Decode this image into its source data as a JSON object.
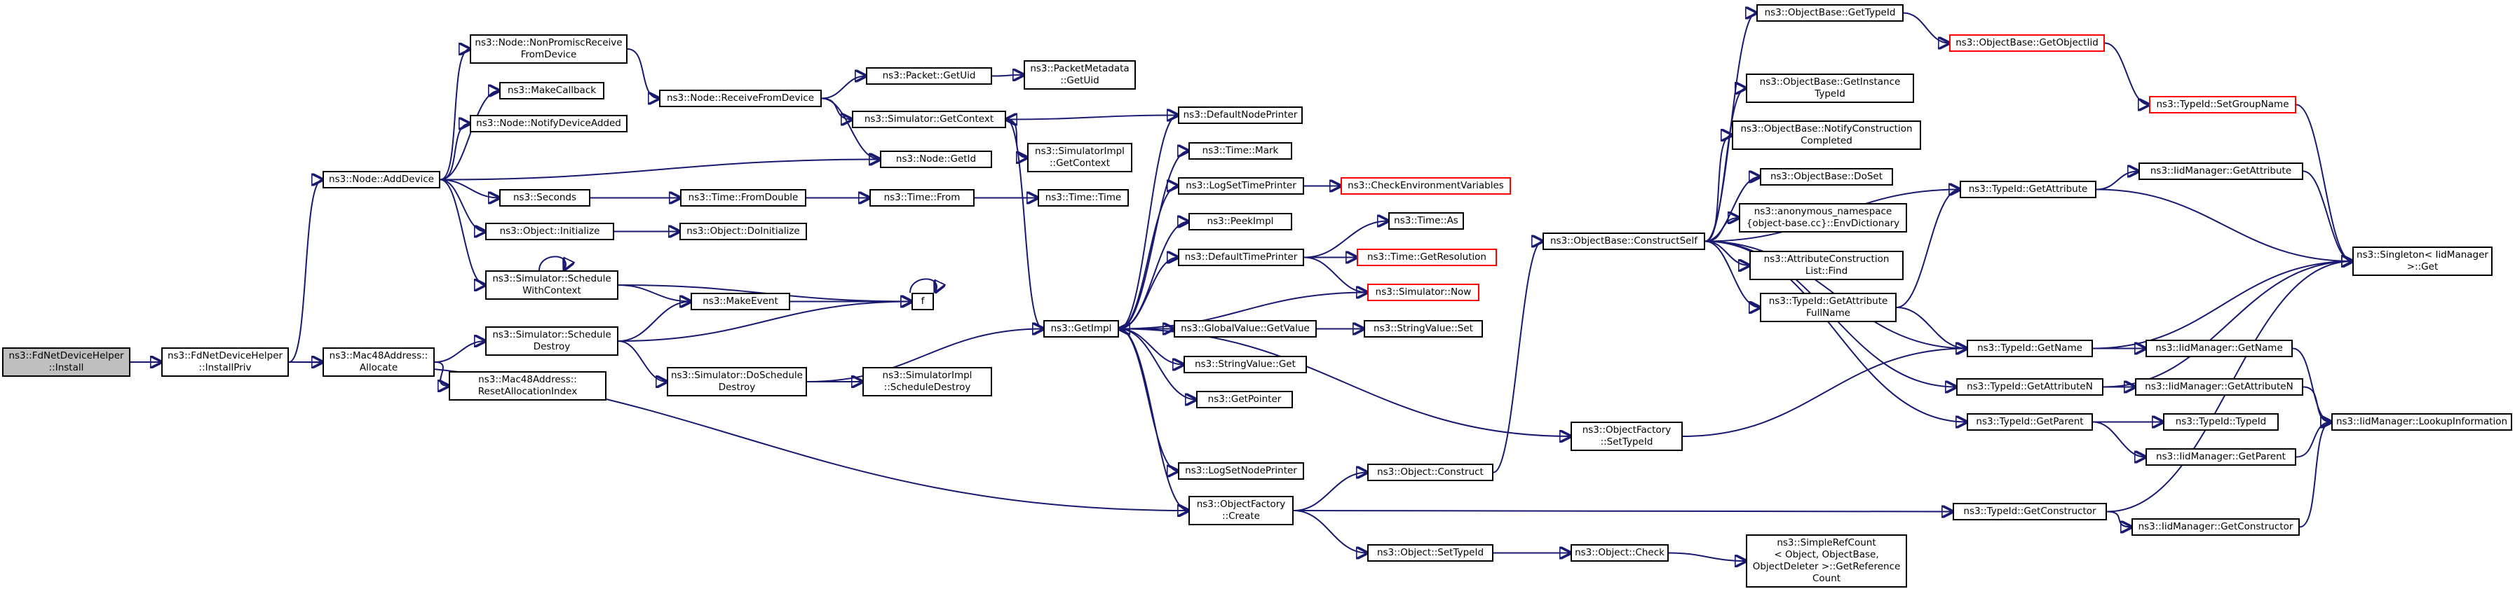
{
  "colors": {
    "edge": "#191970",
    "border": "#000000",
    "truncated_border": "#ff0000",
    "root_fill": "#bfbfbf",
    "background": "#ffffff"
  },
  "nodes": [
    {
      "id": "fdnet-install",
      "lines": [
        "ns3::FdNetDeviceHelper",
        "::Install"
      ],
      "style": "root"
    },
    {
      "id": "fdnet-installpriv",
      "lines": [
        "ns3::FdNetDeviceHelper",
        "::InstallPriv"
      ]
    },
    {
      "id": "mac48-allocate",
      "lines": [
        "ns3::Mac48Address::",
        "Allocate"
      ]
    },
    {
      "id": "mac48-reset",
      "lines": [
        "ns3::Mac48Address::",
        "ResetAllocationIndex"
      ]
    },
    {
      "id": "node-adddevice",
      "lines": [
        "ns3::Node::AddDevice"
      ]
    },
    {
      "id": "node-nonpromisc",
      "lines": [
        "ns3::Node::NonPromiscReceive",
        "FromDevice"
      ]
    },
    {
      "id": "makecallback",
      "lines": [
        "ns3::MakeCallback"
      ]
    },
    {
      "id": "node-notify",
      "lines": [
        "ns3::Node::NotifyDeviceAdded"
      ]
    },
    {
      "id": "seconds",
      "lines": [
        "ns3::Seconds"
      ]
    },
    {
      "id": "object-initialize",
      "lines": [
        "ns3::Object::Initialize"
      ]
    },
    {
      "id": "sim-schedulectx",
      "lines": [
        "ns3::Simulator::Schedule",
        "WithContext"
      ]
    },
    {
      "id": "sim-scheduledestroy",
      "lines": [
        "ns3::Simulator::Schedule",
        "Destroy"
      ]
    },
    {
      "id": "node-receivefromdevice",
      "lines": [
        "ns3::Node::ReceiveFromDevice"
      ]
    },
    {
      "id": "packet-getuid",
      "lines": [
        "ns3::Packet::GetUid"
      ]
    },
    {
      "id": "packetmeta-getuid",
      "lines": [
        "ns3::PacketMetadata",
        "::GetUid"
      ]
    },
    {
      "id": "sim-getcontext",
      "lines": [
        "ns3::Simulator::GetContext"
      ]
    },
    {
      "id": "node-getid",
      "lines": [
        "ns3::Node::GetId"
      ]
    },
    {
      "id": "time-fromdouble",
      "lines": [
        "ns3::Time::FromDouble"
      ]
    },
    {
      "id": "time-from",
      "lines": [
        "ns3::Time::From"
      ]
    },
    {
      "id": "object-doinitialize",
      "lines": [
        "ns3::Object::DoInitialize"
      ]
    },
    {
      "id": "makeevent",
      "lines": [
        "ns3::MakeEvent"
      ]
    },
    {
      "id": "f",
      "lines": [
        "f"
      ]
    },
    {
      "id": "sim-doscheduledestroy",
      "lines": [
        "ns3::Simulator::DoSchedule",
        "Destroy"
      ]
    },
    {
      "id": "simimpl-scheduledestroy",
      "lines": [
        "ns3::SimulatorImpl",
        "::ScheduleDestroy"
      ]
    },
    {
      "id": "simimpl-getcontext",
      "lines": [
        "ns3::SimulatorImpl",
        "::GetContext"
      ]
    },
    {
      "id": "defaultnodeprinter",
      "lines": [
        "ns3::DefaultNodePrinter"
      ]
    },
    {
      "id": "time-mark",
      "lines": [
        "ns3::Time::Mark"
      ]
    },
    {
      "id": "logsettimeprinter",
      "lines": [
        "ns3::LogSetTimePrinter"
      ]
    },
    {
      "id": "checkenv",
      "lines": [
        "ns3::CheckEnvironmentVariables"
      ],
      "style": "red"
    },
    {
      "id": "time-time",
      "lines": [
        "ns3::Time::Time"
      ]
    },
    {
      "id": "peekimpl",
      "lines": [
        "ns3::PeekImpl"
      ]
    },
    {
      "id": "time-as",
      "lines": [
        "ns3::Time::As"
      ]
    },
    {
      "id": "defaulttimeprinter",
      "lines": [
        "ns3::DefaultTimePrinter"
      ]
    },
    {
      "id": "time-getresolution",
      "lines": [
        "ns3::Time::GetResolution"
      ],
      "style": "red"
    },
    {
      "id": "sim-now",
      "lines": [
        "ns3::Simulator::Now"
      ],
      "style": "red"
    },
    {
      "id": "getimpl",
      "lines": [
        "ns3::GetImpl"
      ]
    },
    {
      "id": "globalvalue-getvalue",
      "lines": [
        "ns3::GlobalValue::GetValue"
      ]
    },
    {
      "id": "stringvalue-set",
      "lines": [
        "ns3::StringValue::Set"
      ]
    },
    {
      "id": "stringvalue-get",
      "lines": [
        "ns3::StringValue::Get"
      ]
    },
    {
      "id": "getpointer",
      "lines": [
        "ns3::GetPointer"
      ]
    },
    {
      "id": "logsetnodeprinter",
      "lines": [
        "ns3::LogSetNodePrinter"
      ]
    },
    {
      "id": "objectfactory-create",
      "lines": [
        "ns3::ObjectFactory",
        "::Create"
      ]
    },
    {
      "id": "objectfactory-settypeid",
      "lines": [
        "ns3::ObjectFactory",
        "::SetTypeId"
      ]
    },
    {
      "id": "object-construct",
      "lines": [
        "ns3::Object::Construct"
      ]
    },
    {
      "id": "object-settypeid",
      "lines": [
        "ns3::Object::SetTypeId"
      ]
    },
    {
      "id": "object-check",
      "lines": [
        "ns3::Object::Check"
      ]
    },
    {
      "id": "simplerefcount",
      "lines": [
        "ns3::SimpleRefCount",
        "< Object, ObjectBase,",
        " ObjectDeleter >::GetReference",
        "Count"
      ]
    },
    {
      "id": "objectbase-constructself",
      "lines": [
        "ns3::ObjectBase::ConstructSelf"
      ]
    },
    {
      "id": "objectbase-gettypeid",
      "lines": [
        "ns3::ObjectBase::GetTypeId"
      ]
    },
    {
      "id": "objectbase-getobjectiid",
      "lines": [
        "ns3::ObjectBase::GetObjectIid"
      ],
      "style": "red"
    },
    {
      "id": "objectbase-getinstancetypeid",
      "lines": [
        "ns3::ObjectBase::GetInstance",
        "TypeId"
      ]
    },
    {
      "id": "objectbase-notifyconstruction",
      "lines": [
        "ns3::ObjectBase::NotifyConstruction",
        "Completed"
      ]
    },
    {
      "id": "objectbase-doset",
      "lines": [
        "ns3::ObjectBase::DoSet"
      ]
    },
    {
      "id": "envdictionary",
      "lines": [
        "ns3::anonymous_namespace",
        "{object-base.cc}::EnvDictionary"
      ]
    },
    {
      "id": "attrconstruction-find",
      "lines": [
        "ns3::AttributeConstruction",
        "List::Find"
      ]
    },
    {
      "id": "typeid-getattributefullname",
      "lines": [
        "ns3::TypeId::GetAttribute",
        "FullName"
      ]
    },
    {
      "id": "typeid-getname",
      "lines": [
        "ns3::TypeId::GetName"
      ]
    },
    {
      "id": "typeid-getattributen",
      "lines": [
        "ns3::TypeId::GetAttributeN"
      ]
    },
    {
      "id": "typeid-getparent",
      "lines": [
        "ns3::TypeId::GetParent"
      ]
    },
    {
      "id": "typeid-getconstructor",
      "lines": [
        "ns3::TypeId::GetConstructor"
      ]
    },
    {
      "id": "typeid-setgroupname",
      "lines": [
        "ns3::TypeId::SetGroupName"
      ],
      "style": "red"
    },
    {
      "id": "typeid-getattribute",
      "lines": [
        "ns3::TypeId::GetAttribute"
      ]
    },
    {
      "id": "iidmanager-getattribute",
      "lines": [
        "ns3::IidManager::GetAttribute"
      ]
    },
    {
      "id": "singleton-get",
      "lines": [
        "ns3::Singleton< IidManager",
        " >::Get"
      ]
    },
    {
      "id": "iidmanager-getname",
      "lines": [
        "ns3::IidManager::GetName"
      ]
    },
    {
      "id": "iidmanager-getattributen",
      "lines": [
        "ns3::IidManager::GetAttributeN"
      ]
    },
    {
      "id": "typeid-typeid",
      "lines": [
        "ns3::TypeId::TypeId"
      ]
    },
    {
      "id": "iidmanager-getparent",
      "lines": [
        "ns3::IidManager::GetParent"
      ]
    },
    {
      "id": "iidmanager-lookupinformation",
      "lines": [
        "ns3::IidManager::LookupInformation"
      ]
    },
    {
      "id": "iidmanager-getconstructor",
      "lines": [
        "ns3::IidManager::GetConstructor"
      ]
    }
  ]
}
